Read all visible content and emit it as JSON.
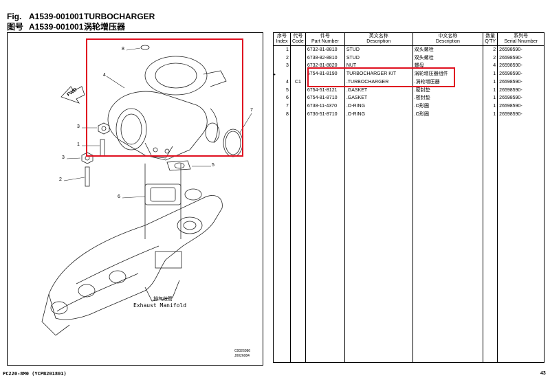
{
  "header": {
    "fig_label": "Fig.",
    "fig_code": "A1539-001001",
    "fig_title": "TURBOCHARGER",
    "cn_label": "图号",
    "cn_code": "A1539-001001",
    "cn_title": "涡轮增压器"
  },
  "diagram": {
    "callouts": [
      "8",
      "4",
      "3",
      "1",
      "3",
      "2",
      "7",
      "5",
      "6"
    ],
    "fwd_label": "FWD",
    "manifold_cn": "排气歧管",
    "manifold_en": "Exhaust Manifold",
    "ref_codes": [
      "C0026086",
      "J0026084"
    ]
  },
  "table": {
    "headers": [
      {
        "cn": "序号",
        "en": "Index"
      },
      {
        "cn": "代号",
        "en": "Code"
      },
      {
        "cn": "件号",
        "en": "Part Number"
      },
      {
        "cn": "英文名称",
        "en": "Description"
      },
      {
        "cn": "中文名称",
        "en": "Description"
      },
      {
        "cn": "数量",
        "en": "Q'TY"
      },
      {
        "cn": "系列号",
        "en": "Serial Nnumber"
      }
    ],
    "rows": [
      {
        "index": "1",
        "code": "",
        "part": "6732-81-8810",
        "desc_en": "STUD",
        "desc_cn": "双头螺栓",
        "qty": "2",
        "serial": "26598590-"
      },
      {
        "index": "2",
        "code": "",
        "part": "6738-82-8810",
        "desc_en": "STUD",
        "desc_cn": "双头螺栓",
        "qty": "2",
        "serial": "26598590-"
      },
      {
        "index": "3",
        "code": "",
        "part": "6732-81-8820",
        "desc_en": "NUT",
        "desc_cn": "螺母",
        "qty": "4",
        "serial": "26598590-"
      },
      {
        "index": "",
        "code": "",
        "part": "6754-81-8190",
        "desc_en": "TURBOCHARGER KIT",
        "desc_cn": "涡轮增压器组件",
        "qty": "1",
        "serial": "26598590-"
      },
      {
        "index": "4",
        "code": "C1",
        "part": "",
        "desc_en": ".TURBOCHARGER",
        "desc_cn": ".涡轮增压器",
        "qty": "1",
        "serial": "26598590-"
      },
      {
        "index": "5",
        "code": "",
        "part": "6754-51-8121",
        "desc_en": ".GASKET",
        "desc_cn": ".密封垫",
        "qty": "1",
        "serial": "26598590-"
      },
      {
        "index": "6",
        "code": "",
        "part": "6754-81-8710",
        "desc_en": ".GASKET",
        "desc_cn": ".密封垫",
        "qty": "1",
        "serial": "26598590-"
      },
      {
        "index": "7",
        "code": "",
        "part": "6738-11-4370",
        "desc_en": ".O-RING",
        "desc_cn": ".O形圈",
        "qty": "1",
        "serial": "26598590-"
      },
      {
        "index": "8",
        "code": "",
        "part": "6736-51-8710",
        "desc_en": ".O-RING",
        "desc_cn": ".O形圈",
        "qty": "1",
        "serial": "26598590-"
      }
    ],
    "marker": "•"
  },
  "footer": {
    "model": "PC220-8M0 (YCPB201801)",
    "page": "43"
  },
  "colors": {
    "highlight": "#e01020"
  }
}
